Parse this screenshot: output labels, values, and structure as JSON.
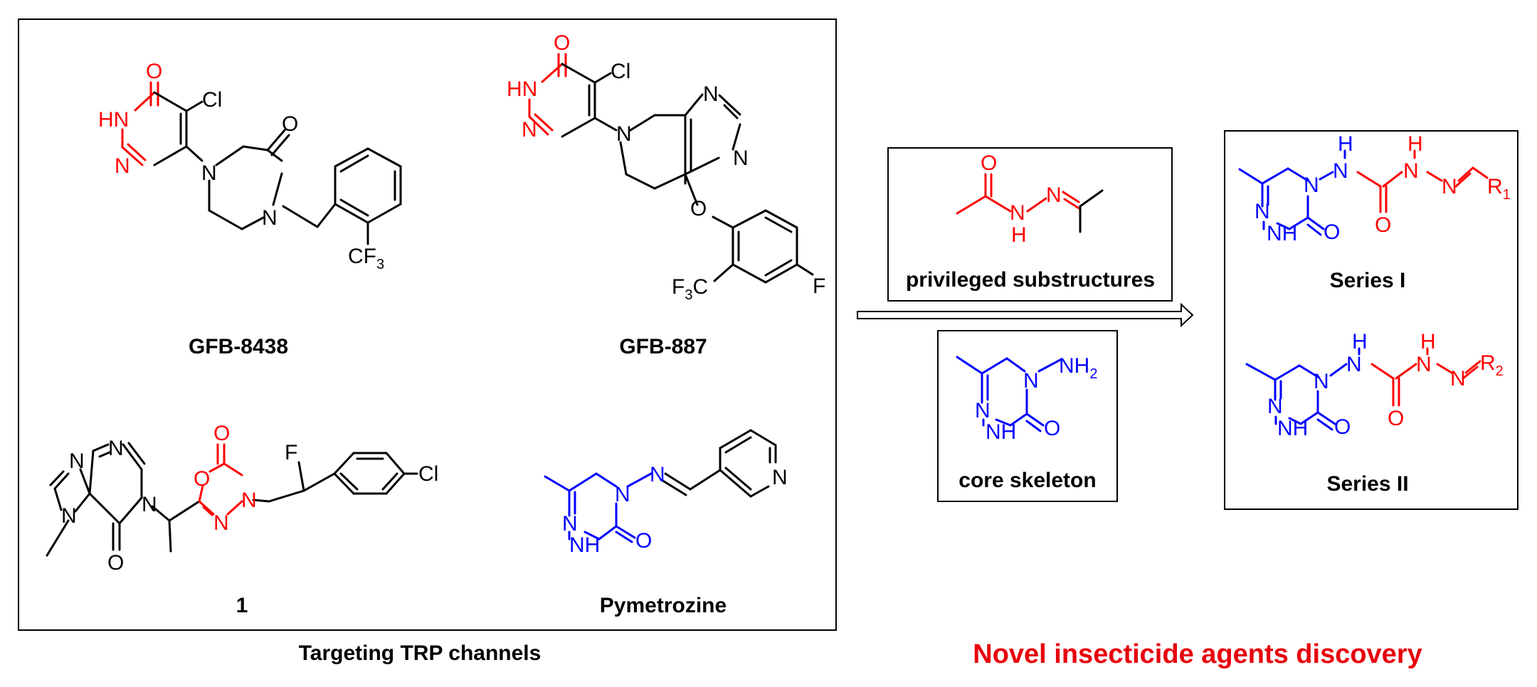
{
  "colors": {
    "black": "#000000",
    "red": "#ff0000",
    "blue": "#0000ff",
    "title_red": "#e8000b"
  },
  "left_panel": {
    "compounds": [
      {
        "name": "GFB-8438"
      },
      {
        "name": "GFB-887"
      },
      {
        "name": "1"
      },
      {
        "name": "Pymetrozine"
      }
    ],
    "caption": "Targeting TRP channels"
  },
  "middle": {
    "substructure_label": "privileged substructures",
    "core_label": "core skeleton"
  },
  "right_panel": {
    "series": [
      {
        "name": "Series I",
        "substituent": "R1"
      },
      {
        "name": "Series II",
        "substituent": "R2"
      }
    ],
    "caption": "Novel insecticide agents discovery"
  },
  "atoms": {
    "O": "O",
    "Cl": "Cl",
    "HN": "HN",
    "NH": "NH",
    "N": "N",
    "H": "H",
    "CF3": "CF3",
    "F3C": "F3C",
    "F": "F",
    "NH2": "NH2",
    "R1": "R1",
    "R2": "R2"
  }
}
